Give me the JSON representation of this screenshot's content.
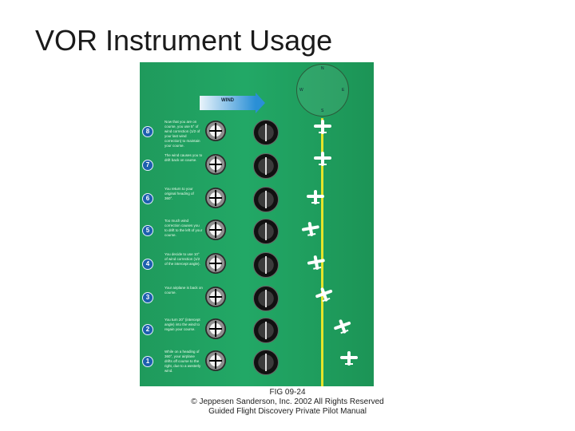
{
  "slide": {
    "title": "VOR Instrument Usage"
  },
  "figure": {
    "wind_label": "WIND",
    "steps": [
      {
        "num": "8",
        "text": "Now that you are on course, you use 5° of wind correction (1/2 of your last wind correction) to maintain your course."
      },
      {
        "num": "7",
        "text": "The wind causes you to drift back on course."
      },
      {
        "num": "6",
        "text": "You return to your original heading of 360°."
      },
      {
        "num": "5",
        "text": "Too much wind correction causes you to drift to the left of your course."
      },
      {
        "num": "4",
        "text": "You decide to use 10° of wind correction (1/2 of the intercept angle)."
      },
      {
        "num": "3",
        "text": "Your airplane is back on course."
      },
      {
        "num": "2",
        "text": "You turn 20° (intercept angle) into the wind to regain your course."
      },
      {
        "num": "1",
        "text": "While on a heading of 360°, your airplane drifts off course to the right, due to a westerly wind."
      }
    ],
    "compass_labels": {
      "n": "N",
      "e": "E",
      "s": "S",
      "w": "W"
    },
    "caption_fig": "FIG 09-24",
    "caption_copy": "© Jeppesen Sanderson, Inc. 2002 All Rights Reserved",
    "caption_book": "Guided Flight Discovery Private Pilot Manual"
  }
}
